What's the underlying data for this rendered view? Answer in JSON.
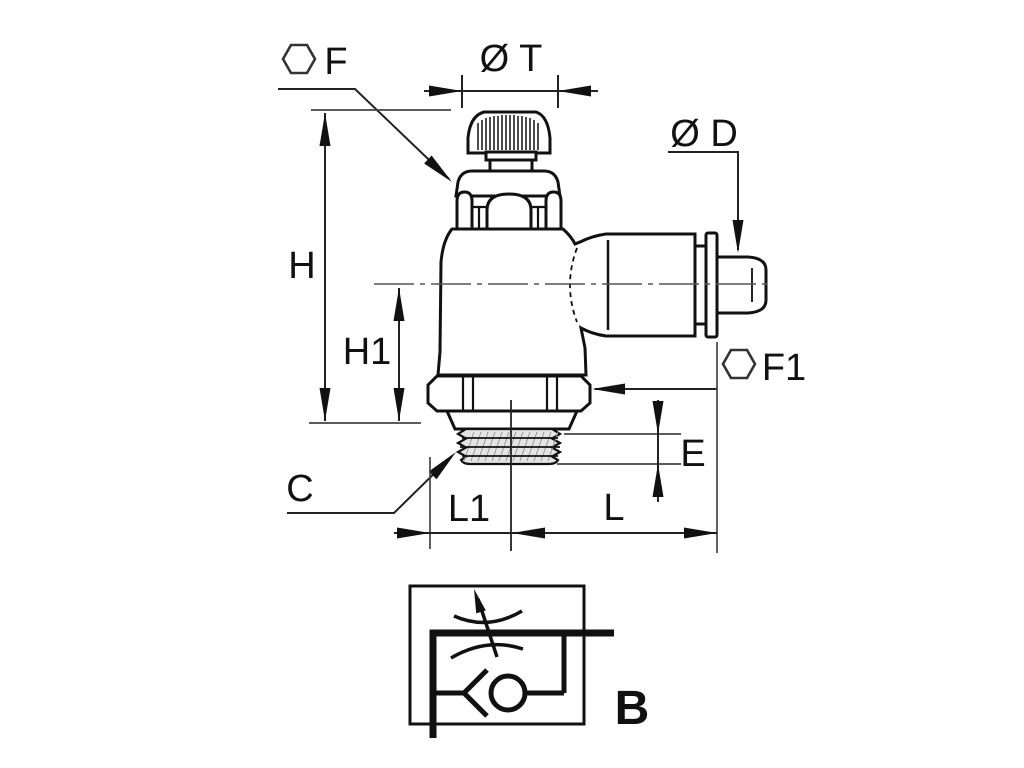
{
  "drawing": {
    "type": "technical-dimension-drawing",
    "subject": "pneumatic flow control valve fitting, side view with pneumatic symbol",
    "colors": {
      "background": "#ffffff",
      "line": "#111111",
      "thread_fill": "#e4e4e4"
    },
    "labels": {
      "f": "F",
      "ot": "Ø T",
      "od": "Ø D",
      "h": "H",
      "h1": "H1",
      "f1": "F1",
      "e": "E",
      "c": "C",
      "l1": "L1",
      "l": "L",
      "b": "B"
    }
  }
}
